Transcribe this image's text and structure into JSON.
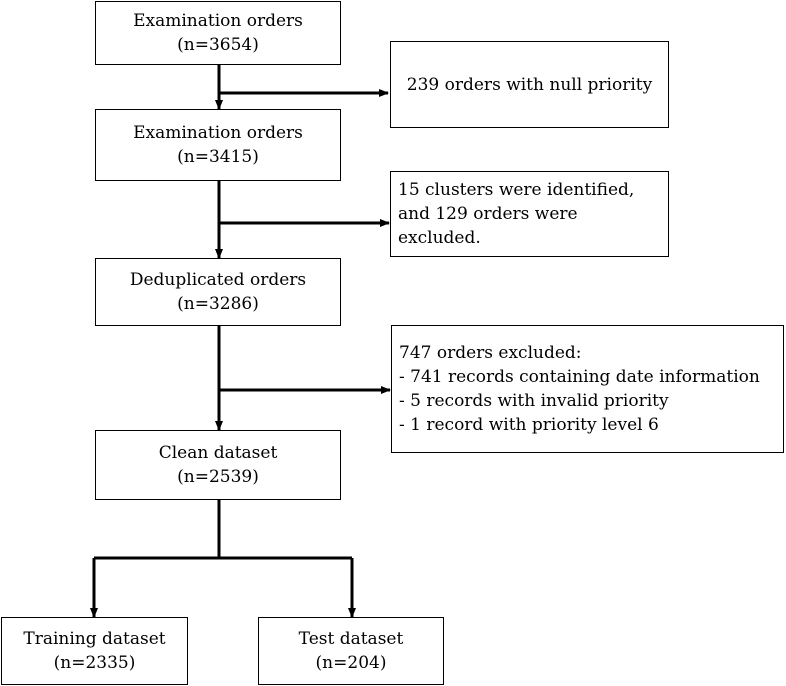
{
  "boxes": {
    "examination_orders_1": {
      "title": "Examination orders",
      "count": "(n=3654)"
    },
    "null_priority_exclusion": {
      "text": "239 orders with null priority"
    },
    "examination_orders_2": {
      "title": "Examination orders",
      "count": "(n=3415)"
    },
    "cluster_exclusion": {
      "lines": [
        "15 clusters were identified,",
        "and 129 orders were",
        "excluded."
      ]
    },
    "deduplicated_orders": {
      "title": "Deduplicated orders",
      "count": "(n=3286)"
    },
    "cleaning_exclusion": {
      "lines": [
        "747 orders excluded:",
        "- 741 records containing date information",
        "- 5 records with invalid priority",
        "- 1 record with priority level 6"
      ]
    },
    "clean_dataset": {
      "title": "Clean dataset",
      "count": "(n=2539)"
    },
    "training_dataset": {
      "title": "Training dataset",
      "count": "(n=2335)"
    },
    "test_dataset": {
      "title": "Test dataset",
      "count": "(n=204)"
    }
  },
  "colors": {
    "line": "#000000",
    "box_border": "#000000",
    "background": "#ffffff"
  }
}
